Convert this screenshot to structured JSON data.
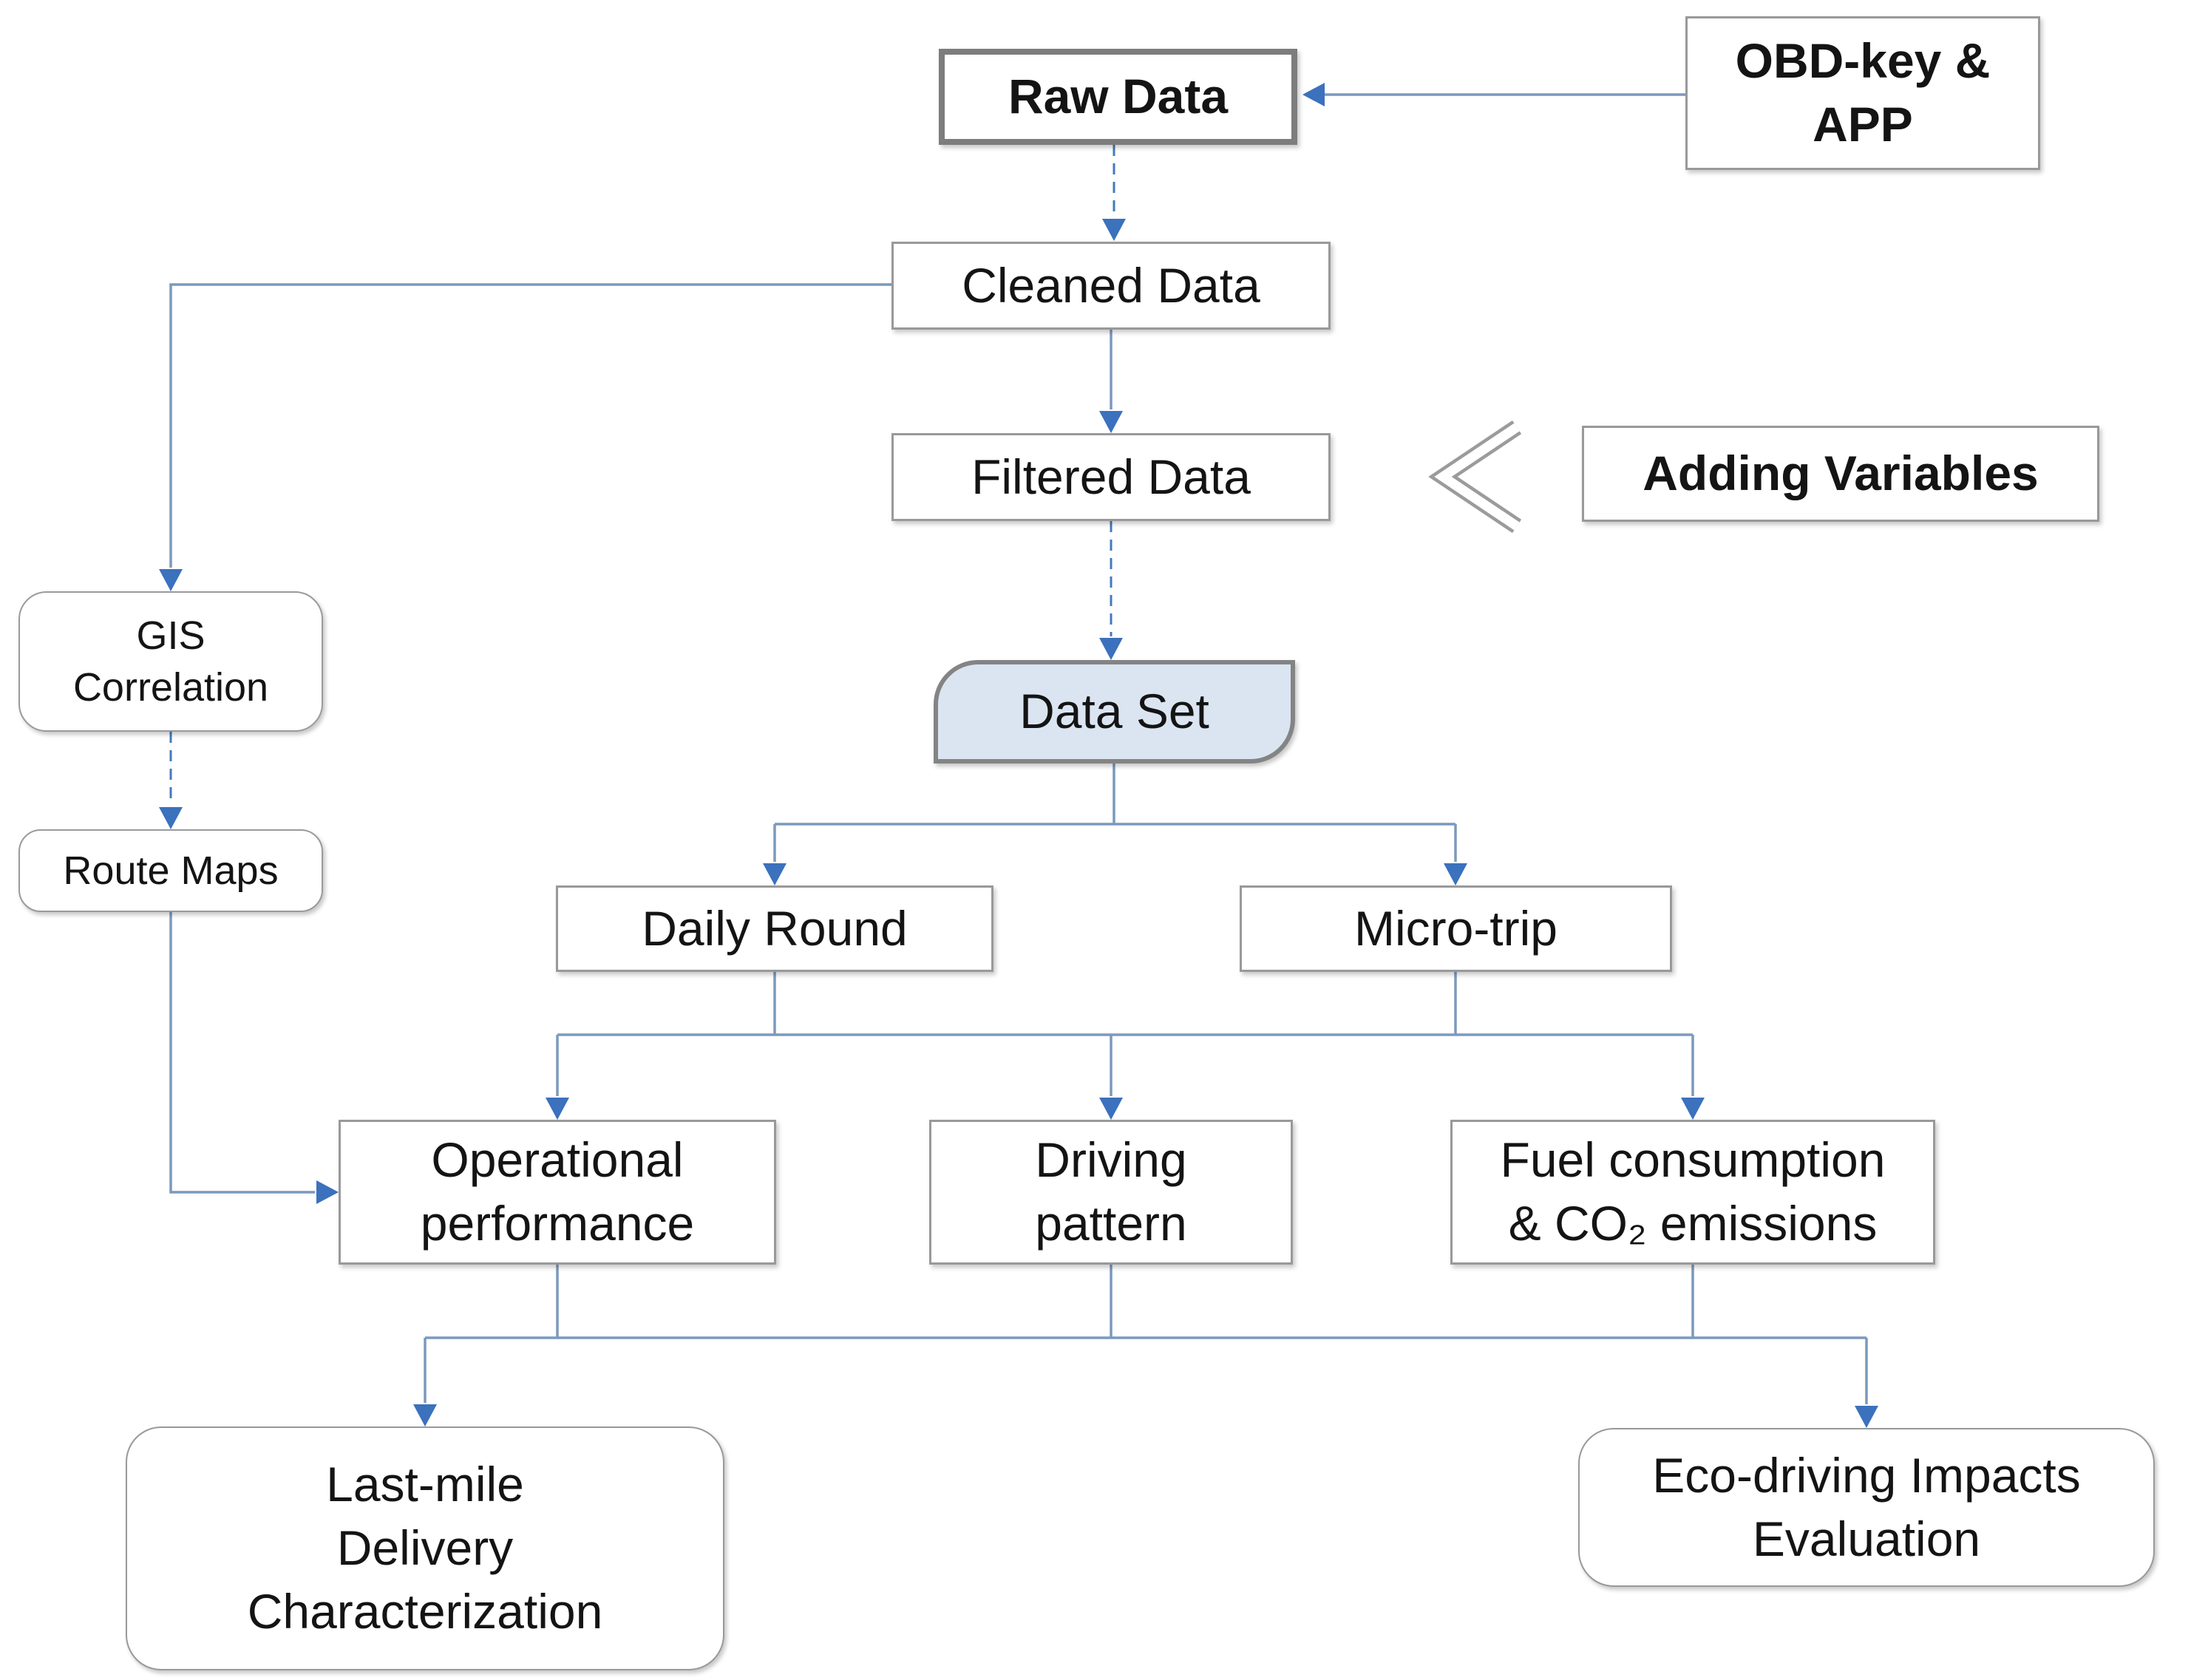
{
  "diagram": {
    "nodes": {
      "raw_data": {
        "label": "Raw Data"
      },
      "obd_app": {
        "label": "OBD-key &\nAPP"
      },
      "cleaned_data": {
        "label": "Cleaned Data"
      },
      "filtered_data": {
        "label": "Filtered Data"
      },
      "adding_variables": {
        "label": "Adding Variables"
      },
      "data_set": {
        "label": "Data Set"
      },
      "gis_correlation": {
        "label": "GIS\nCorrelation"
      },
      "route_maps": {
        "label": "Route Maps"
      },
      "daily_round": {
        "label": "Daily Round"
      },
      "micro_trip": {
        "label": "Micro-trip"
      },
      "operational_performance": {
        "label": "Operational\nperformance"
      },
      "driving_pattern": {
        "label": "Driving\npattern"
      },
      "fuel_co2": {
        "label": "Fuel consumption\n& CO₂ emissions"
      },
      "last_mile": {
        "label": "Last-mile\nDelivery\nCharacterization"
      },
      "eco_driving": {
        "label": "Eco-driving Impacts\nEvaluation"
      }
    },
    "icons": {
      "chevron": "chevron-left-icon"
    },
    "edges": [
      {
        "from": "obd_app",
        "to": "raw_data",
        "style": "solid"
      },
      {
        "from": "raw_data",
        "to": "cleaned_data",
        "style": "dashed"
      },
      {
        "from": "cleaned_data",
        "to": "filtered_data",
        "style": "solid"
      },
      {
        "from": "cleaned_data",
        "to": "gis_correlation",
        "style": "solid"
      },
      {
        "from": "gis_correlation",
        "to": "route_maps",
        "style": "dashed"
      },
      {
        "from": "route_maps",
        "to": "operational_performance",
        "style": "solid"
      },
      {
        "from": "adding_variables",
        "to": "filtered_data",
        "style": "chevron-left"
      },
      {
        "from": "filtered_data",
        "to": "data_set",
        "style": "dashed"
      },
      {
        "from": "data_set",
        "to": "daily_round",
        "style": "solid"
      },
      {
        "from": "data_set",
        "to": "micro_trip",
        "style": "solid"
      },
      {
        "from": "daily_round",
        "to": "operational_performance",
        "style": "solid"
      },
      {
        "from": "daily_round",
        "to": "driving_pattern",
        "style": "solid"
      },
      {
        "from": "micro_trip",
        "to": "driving_pattern",
        "style": "solid"
      },
      {
        "from": "micro_trip",
        "to": "fuel_co2",
        "style": "solid"
      },
      {
        "from": "operational_performance",
        "to": "last_mile",
        "style": "solid"
      },
      {
        "from": "driving_pattern",
        "to": "last_mile",
        "style": "solid"
      },
      {
        "from": "driving_pattern",
        "to": "eco_driving",
        "style": "solid"
      },
      {
        "from": "fuel_co2",
        "to": "eco_driving",
        "style": "solid"
      }
    ],
    "colors": {
      "arrow_blue": "#3b71bd",
      "line_blue": "#7b99bd",
      "dashed_blue": "#4579bd",
      "dataset_fill": "#dbe5f2",
      "border_gray": "#999999",
      "text": "#141414"
    }
  }
}
